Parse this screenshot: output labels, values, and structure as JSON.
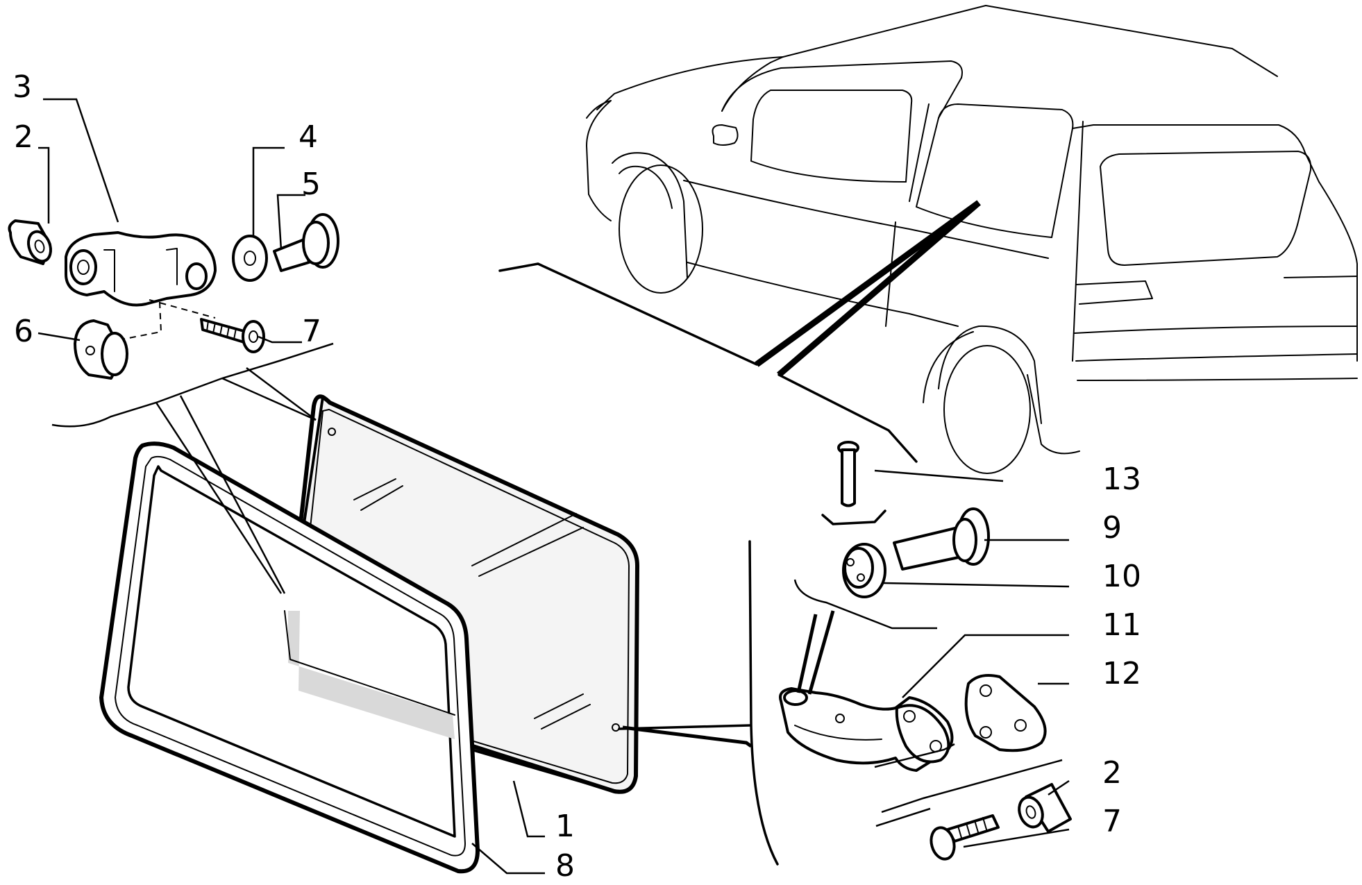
{
  "diagram": {
    "callouts": [
      {
        "id": "c1",
        "text": "1"
      },
      {
        "id": "c2a",
        "text": "2"
      },
      {
        "id": "c2b",
        "text": "2"
      },
      {
        "id": "c3",
        "text": "3"
      },
      {
        "id": "c4",
        "text": "4"
      },
      {
        "id": "c5",
        "text": "5"
      },
      {
        "id": "c6",
        "text": "6"
      },
      {
        "id": "c7a",
        "text": "7"
      },
      {
        "id": "c7b",
        "text": "7"
      },
      {
        "id": "c8",
        "text": "8"
      },
      {
        "id": "c9",
        "text": "9"
      },
      {
        "id": "c10",
        "text": "10"
      },
      {
        "id": "c11",
        "text": "11"
      },
      {
        "id": "c12",
        "text": "12"
      },
      {
        "id": "c13",
        "text": "13"
      }
    ]
  }
}
